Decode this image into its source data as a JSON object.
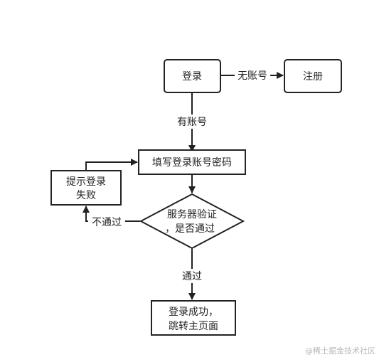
{
  "nodes": {
    "login": "登录",
    "register": "注册",
    "fill": "填写登录账号密码",
    "fail": [
      "提示登录",
      "失败"
    ],
    "verify": [
      "服务器验证",
      "，是否通过"
    ],
    "success": [
      "登录成功，",
      "跳转主页面"
    ]
  },
  "edges": {
    "no_account": "无账号",
    "has_account": "有账号",
    "not_pass": "不通过",
    "pass": "通过"
  },
  "watermark": "@稀土掘金技术社区",
  "colors": {
    "stroke": "#222222",
    "node_fill": "#ffffff",
    "edge_label_bg": "#ffffff",
    "watermark": "#b8b8b8"
  }
}
